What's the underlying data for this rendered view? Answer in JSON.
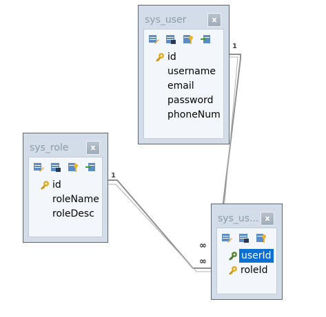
{
  "tables": [
    {
      "title": "sys_user",
      "fields": [
        {
          "name": "id",
          "key": "primary"
        },
        {
          "name": "username",
          "key": "none"
        },
        {
          "name": "email",
          "key": "none"
        },
        {
          "name": "password",
          "key": "none"
        },
        {
          "name": "phoneNum",
          "key": "none"
        }
      ]
    },
    {
      "title": "sys_role",
      "fields": [
        {
          "name": "id",
          "key": "primary"
        },
        {
          "name": "roleName",
          "key": "none"
        },
        {
          "name": "roleDesc",
          "key": "none"
        }
      ]
    },
    {
      "title": "sys_us...",
      "fields": [
        {
          "name": "userId",
          "key": "foreign",
          "selected": true
        },
        {
          "name": "roleId",
          "key": "primary"
        }
      ]
    }
  ],
  "close_glyph": "x",
  "relations": [
    {
      "one_label": "1",
      "many_label": "∞"
    },
    {
      "one_label": "1",
      "many_label": "∞"
    }
  ],
  "colors": {
    "primary_key": "#e0b12a",
    "foreign_key": "#5f8c3c",
    "selection": "#0b6fd3"
  }
}
